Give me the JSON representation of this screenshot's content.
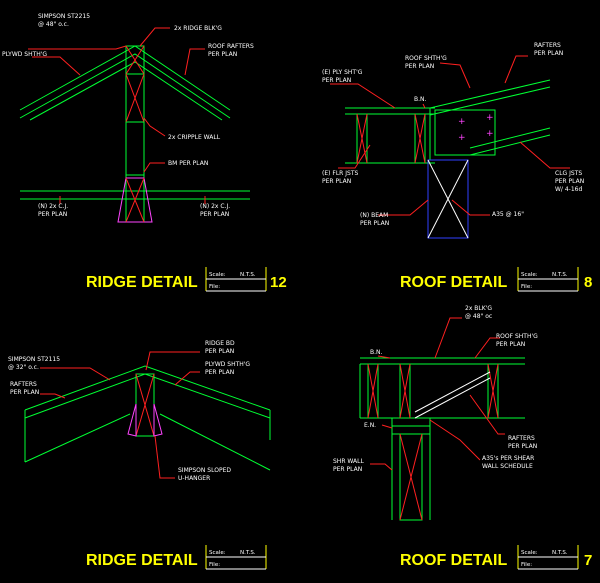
{
  "colors": {
    "background": "#000000",
    "framing": "#00ff33",
    "leader": "#ff2020",
    "text": "#ffffff",
    "title": "#ffff00",
    "post": "#3040ff",
    "blocking": "#ff44ff"
  },
  "d12": {
    "title": "RIDGE DETAIL",
    "number": "12",
    "scale_label": "Scale:",
    "scale_value": "N.T.S.",
    "file_label": "File:",
    "n1a": "SIMPSON ST2215",
    "n1b": "@ 48\" o.c.",
    "n2": "2x RIDGE BLK'G",
    "n3": "PLYWD SHTH'G",
    "n4a": "ROOF RAFTERS",
    "n4b": "PER PLAN",
    "n5": "2x CRIPPLE WALL",
    "n6": "BM PER PLAN",
    "n7a": "(N) 2x C.J.",
    "n7b": "PER PLAN",
    "n8a": "(N) 2x C.J.",
    "n8b": "PER PLAN"
  },
  "d8": {
    "title": "ROOF DETAIL",
    "number": "8",
    "scale_label": "Scale:",
    "scale_value": "N.T.S.",
    "file_label": "File:",
    "n1a": "(E) PLY SHT'G",
    "n1b": "PER PLAN",
    "n2a": "ROOF SHTH'G",
    "n2b": "PER PLAN",
    "n3a": "RAFTERS",
    "n3b": "PER PLAN",
    "n4": "B.N.",
    "n5a": "(E) FLR JSTS",
    "n5b": "PER PLAN",
    "n6a": "CLG JSTS",
    "n6b": "PER PLAN",
    "n6c": "W/ 4-16d",
    "n7a": "(N) BEAM",
    "n7b": "PER PLAN",
    "n8": "A35 @ 16\""
  },
  "d_bl": {
    "title": "RIDGE DETAIL",
    "scale_label": "Scale:",
    "scale_value": "N.T.S.",
    "file_label": "File:",
    "n1a": "RIDGE BD",
    "n1b": "PER PLAN",
    "n2a": "SIMPSON ST2115",
    "n2b": "@ 32\" o.c.",
    "n3a": "PLYWD SHTH'G",
    "n3b": "PER PLAN",
    "n4a": "RAFTERS",
    "n4b": "PER PLAN",
    "n5a": "SIMPSON SLOPED",
    "n5b": "U-HANGER"
  },
  "d7": {
    "title": "ROOF DETAIL",
    "number": "7",
    "scale_label": "Scale:",
    "scale_value": "N.T.S.",
    "file_label": "File:",
    "n1a": "2x BLK'G",
    "n1b": "@ 48\" oc",
    "n2a": "ROOF SHTH'G",
    "n2b": "PER PLAN",
    "n3": "B.N.",
    "n4": "E.N.",
    "n5a": "RAFTERS",
    "n5b": "PER PLAN",
    "n6a": "A35's PER SHEAR",
    "n6b": "WALL SCHEDULE",
    "n7a": "SHR WALL",
    "n7b": "PER PLAN"
  }
}
